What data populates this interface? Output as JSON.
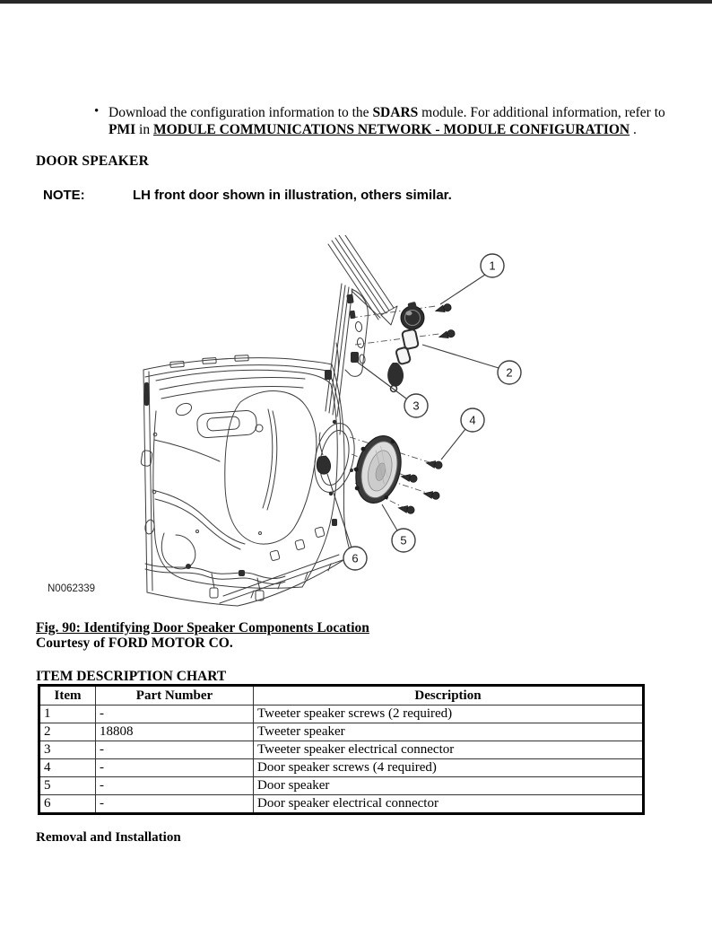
{
  "intro": {
    "bullet_glyph": "•",
    "text_before_sdars": "Download the configuration information to the ",
    "sdars": "SDARS",
    "text_after_sdars": " module. For additional information, refer to ",
    "pmi": "PMI",
    "text_in": " in ",
    "link": "MODULE COMMUNICATIONS NETWORK - MODULE CONFIGURATION",
    "text_end": " ."
  },
  "headings": {
    "door_speaker": "DOOR SPEAKER",
    "item_chart": "ITEM DESCRIPTION CHART",
    "removal": "Removal and Installation"
  },
  "note": {
    "label": "NOTE:",
    "text": "LH front door shown in illustration, others similar."
  },
  "figure": {
    "image_code": "N0062339",
    "caption": "Fig. 90: Identifying Door Speaker Components Location",
    "courtesy": "Courtesy of FORD MOTOR CO.",
    "callouts": [
      {
        "label": "1"
      },
      {
        "label": "2"
      },
      {
        "label": "3"
      },
      {
        "label": "4"
      },
      {
        "label": "5"
      },
      {
        "label": "6"
      }
    ]
  },
  "item_chart": {
    "columns": [
      "Item",
      "Part Number",
      "Description"
    ],
    "rows": [
      [
        "1",
        "-",
        "Tweeter speaker screws (2 required)"
      ],
      [
        "2",
        "18808",
        "Tweeter speaker"
      ],
      [
        "3",
        "-",
        "Tweeter speaker electrical connector"
      ],
      [
        "4",
        "-",
        "Door speaker screws (4 required)"
      ],
      [
        "5",
        "-",
        "Door speaker"
      ],
      [
        "6",
        "-",
        "Door speaker electrical connector"
      ]
    ]
  },
  "colors": {
    "line": "#3d3d3d",
    "dark_part": "#2e2e2e",
    "top_bar": "#272727"
  }
}
